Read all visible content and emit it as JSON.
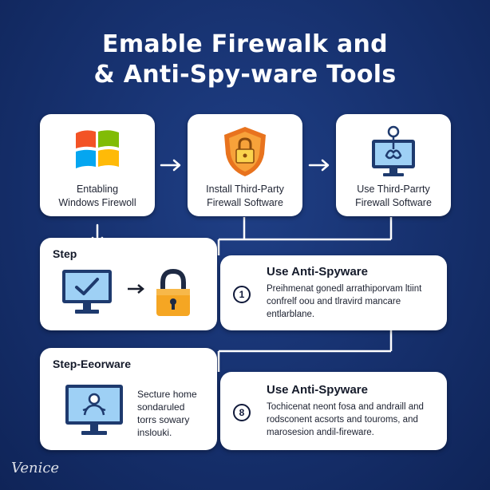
{
  "title": {
    "line1": "Emable Firewalk and",
    "line2": "& Anti-Spy-ware Tools"
  },
  "cards": {
    "windows": {
      "line1": "Entabling",
      "line2": "Windows Firewoll",
      "icon": "windows-logo-icon"
    },
    "install": {
      "line1": "Install Third-Party",
      "line2": "Firewall Software",
      "icon": "shield-lock-icon"
    },
    "use": {
      "line1": "Use Third-Parrty",
      "line2": "Firewall Software",
      "icon": "monitor-network-icon"
    }
  },
  "step1": {
    "label": "Step"
  },
  "step2": {
    "label": "Step-Eeorware"
  },
  "panel1": {
    "number": "1",
    "heading": "Use Anti-Spyware",
    "line1": "Preihmenat gonedl arrathiporvam ltiint",
    "line2": "confrelf oou and tlravird mancare",
    "line3": "entlarblane."
  },
  "panel2": {
    "number": "8",
    "heading": "Use Anti-Spyware",
    "line1": "Tochicenat neont fosa and andraill and",
    "line2": "rodsconent acsorts and touroms, and",
    "line3": "marosesion andil-fireware."
  },
  "step2_text": {
    "line1": "Secture home",
    "line2": "sondaruled",
    "line3": "torrs sowary",
    "line4": "inslouki."
  },
  "watermark": "Venice",
  "colors": {
    "background": "#16306d",
    "card": "#ffffff",
    "connector": "#ffffff",
    "shield": "#f2892b",
    "lock": "#f5a623",
    "monitor": "#4a90d9"
  }
}
